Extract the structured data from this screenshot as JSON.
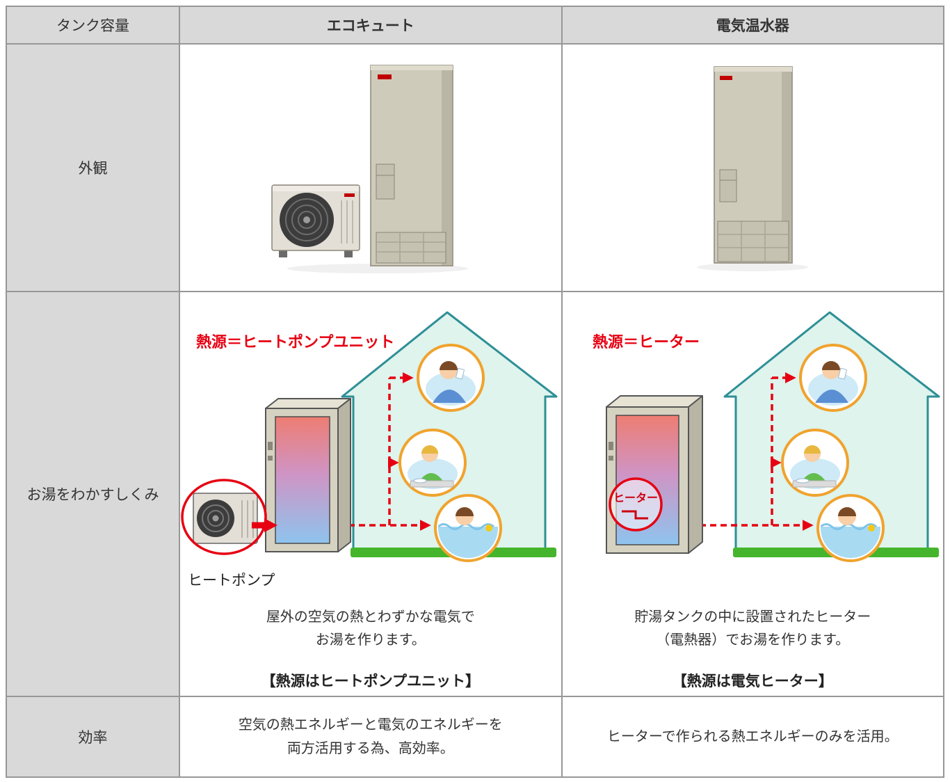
{
  "colors": {
    "accent_red": "#e60012",
    "header_bg": "#d9d9d9",
    "house_teal": "#2e8f96",
    "grass_green": "#45b52d",
    "circle_orange": "#f0a32e"
  },
  "header": {
    "tank_capacity": "タンク容量",
    "ecocute": "エコキュート",
    "electric_heater": "電気温水器"
  },
  "appearance": {
    "label": "外観"
  },
  "mechanism": {
    "label": "お湯をわかすしくみ",
    "ecocute": {
      "heat_source": "熱源＝ヒートポンプユニット",
      "unit_caption": "ヒートポンプ",
      "desc_line1": "屋外の空気の熱とわずかな電気で",
      "desc_line2": "お湯を作ります。",
      "summary": "【熱源はヒートポンプユニット】"
    },
    "electric": {
      "heat_source": "熱源＝ヒーター",
      "heater_badge": "ヒーター",
      "desc_line1": "貯湯タンクの中に設置されたヒーター",
      "desc_line2": "（電熱器）でお湯を作ります。",
      "summary": "【熱源は電気ヒーター】"
    }
  },
  "efficiency": {
    "label": "効率",
    "ecocute_line1": "空気の熱エネルギーと電気のエネルギーを",
    "ecocute_line2": "両方活用する為、高効率。",
    "electric_line1": "ヒーターで作られる熱エネルギーのみを活用。"
  }
}
